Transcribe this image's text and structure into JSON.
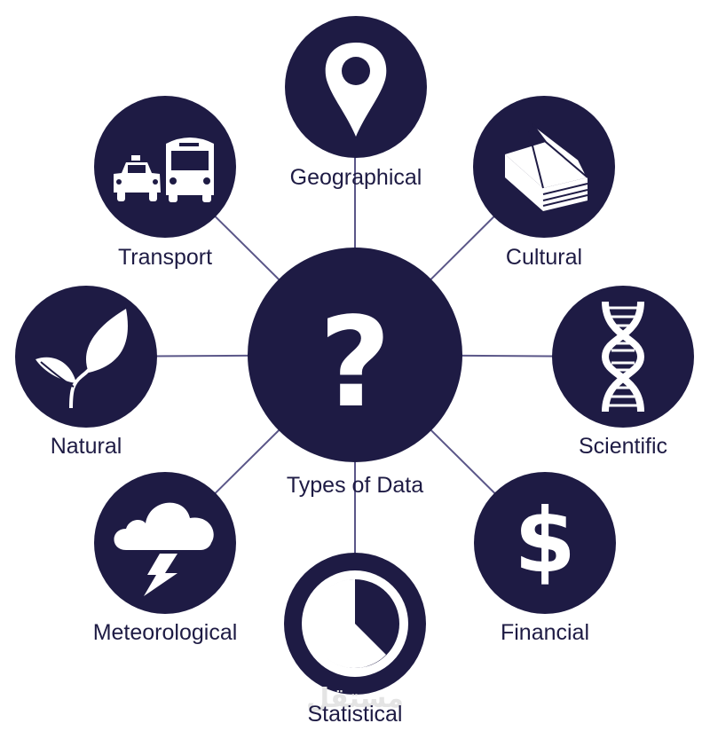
{
  "center": {
    "label": "Types of Data",
    "symbol": "?",
    "icon": "question-mark-icon"
  },
  "categories": {
    "geographical": {
      "label": "Geographical",
      "icon": "map-pin-icon"
    },
    "cultural": {
      "label": "Cultural",
      "icon": "book-icon"
    },
    "scientific": {
      "label": "Scientific",
      "icon": "dna-icon"
    },
    "financial": {
      "label": "Financial",
      "symbol": "$",
      "icon": "dollar-icon"
    },
    "statistical": {
      "label": "Statistical",
      "icon": "pie-chart-icon"
    },
    "meteorological": {
      "label": "Meteorological",
      "icon": "storm-cloud-icon"
    },
    "natural": {
      "label": "Natural",
      "icon": "leaf-icon"
    },
    "transport": {
      "label": "Transport",
      "icon": "car-bus-icon"
    }
  },
  "watermark": "مستقل",
  "colors": {
    "node": "#1e1b44",
    "connector": "#5a5688",
    "icon": "#ffffff"
  }
}
